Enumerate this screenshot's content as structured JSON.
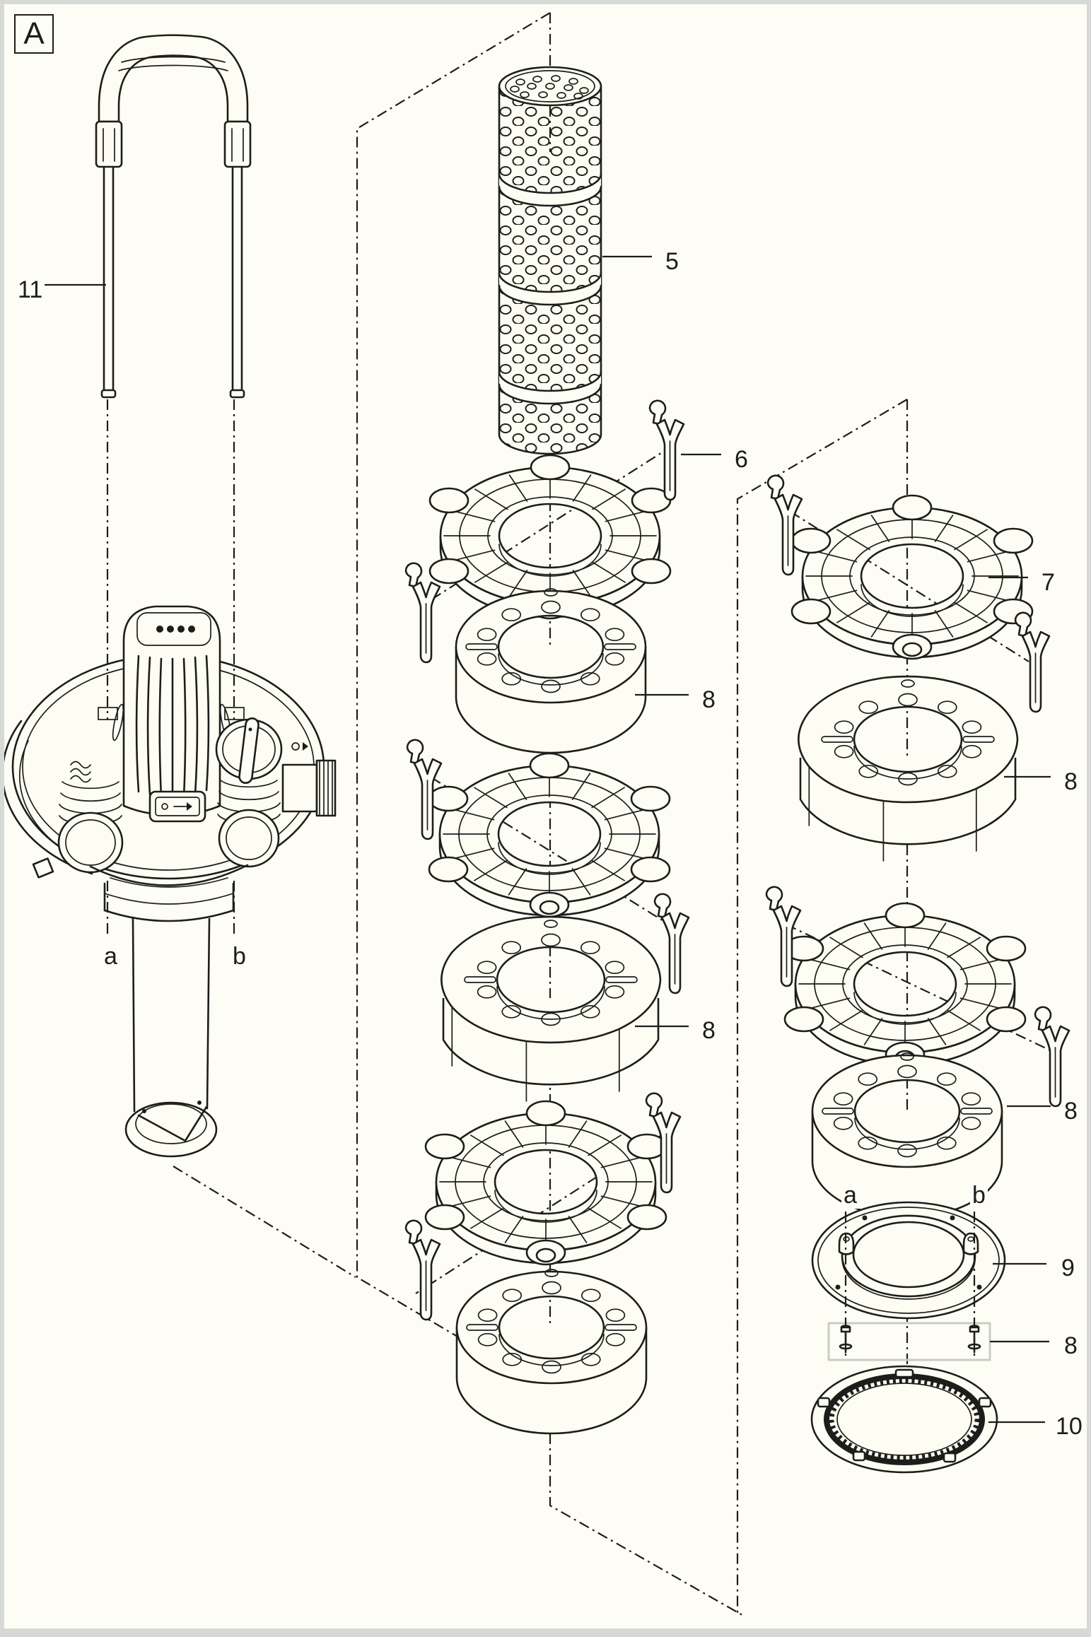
{
  "page": {
    "view_label": "A"
  },
  "colors": {
    "background": "#fdfdf5",
    "line": "#1d1d1b",
    "part_fill": "#fdfdf3",
    "page_frame": "#d6dad6",
    "screw_box": "#c9cdc0"
  },
  "callouts": {
    "part11": {
      "text": "11"
    },
    "part5": {
      "text": "5"
    },
    "part6": {
      "text": "6"
    },
    "part7": {
      "text": "7"
    },
    "part8_mid_top": {
      "text": "8"
    },
    "part8_right_top": {
      "text": "8"
    },
    "part8_mid_center": {
      "text": "8"
    },
    "part8_right_center": {
      "text": "8"
    },
    "part9": {
      "text": "9"
    },
    "part8_screws": {
      "text": "8"
    },
    "part10": {
      "text": "10"
    },
    "lid_port_a": {
      "text": "a"
    },
    "lid_port_b": {
      "text": "b"
    },
    "flange_post_a": {
      "text": "a"
    },
    "flange_post_b": {
      "text": "b"
    }
  }
}
